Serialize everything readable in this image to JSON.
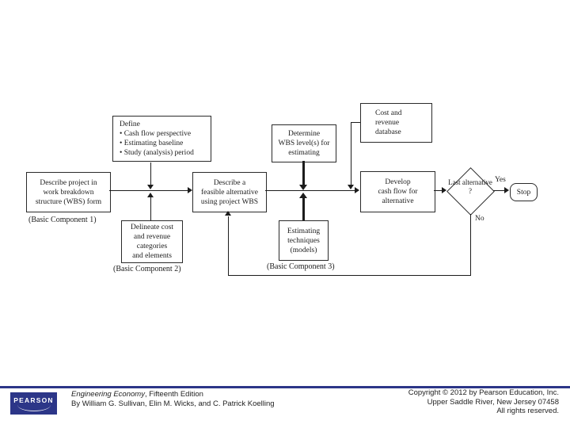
{
  "colors": {
    "navy_accent": "#2c3688",
    "diagram_line": "#1c1c1c"
  },
  "diagram": {
    "define": {
      "title": "Define",
      "items": [
        "• Cash flow perspective",
        "• Estimating baseline",
        "• Study (analysis) period"
      ]
    },
    "wbs_form": {
      "lines": [
        "Describe project in",
        "work breakdown",
        "structure (WBS) form"
      ],
      "caption": "(Basic Component 1)"
    },
    "determine": {
      "lines": [
        "Determine",
        "WBS level(s) for",
        "estimating"
      ]
    },
    "cost_db": {
      "lines": [
        "Cost and",
        "revenue",
        "database"
      ]
    },
    "feasible": {
      "lines": [
        "Describe a",
        "feasible alternative",
        "using project WBS"
      ]
    },
    "develop": {
      "lines": [
        "Develop",
        "cash flow for",
        "alternative"
      ]
    },
    "delineate": {
      "lines": [
        "Delineate cost",
        "and revenue",
        "categories",
        "and elements"
      ],
      "caption": "(Basic Component 2)"
    },
    "estimating": {
      "lines": [
        "Estimating",
        "techniques",
        "(models)"
      ],
      "caption": "(Basic Component 3)"
    },
    "decision": {
      "lines": [
        "Last",
        "alternative",
        "?"
      ]
    },
    "stop_label": "Stop",
    "edge_labels": {
      "yes": "Yes",
      "no": "No"
    }
  },
  "footer": {
    "logo_text": "PEARSON",
    "title_italic": "Engineering Economy",
    "title_rest": ", Fifteenth Edition",
    "authors": "By William G. Sullivan, Elin M. Wicks, and C. Patrick Koelling",
    "copyright_lines": [
      "Copyright © 2012 by Pearson Education, Inc.",
      "Upper Saddle River, New Jersey 07458",
      "All rights reserved."
    ]
  }
}
